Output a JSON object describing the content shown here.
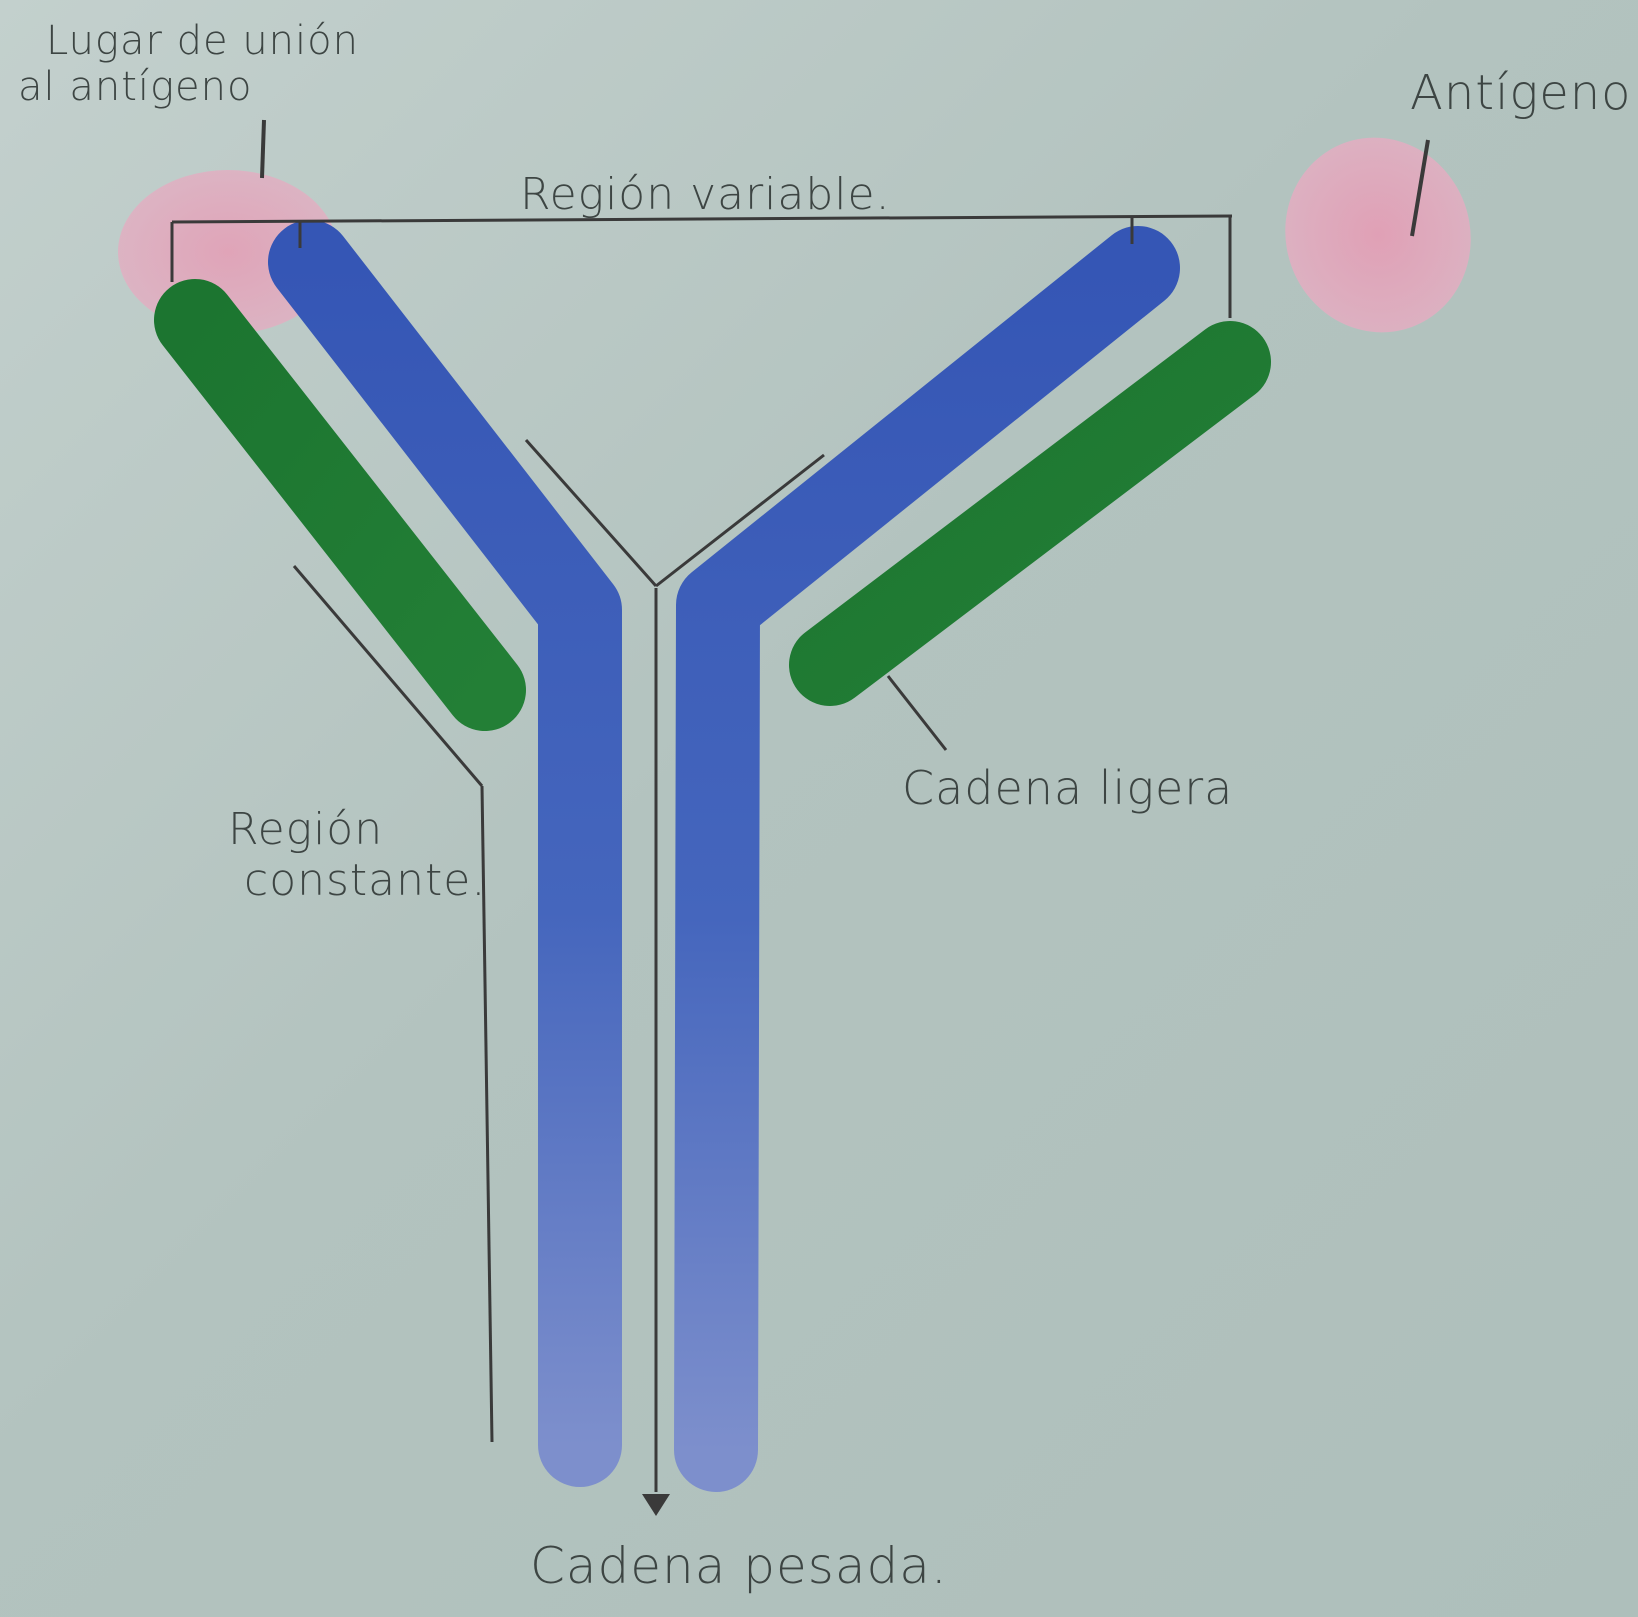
{
  "labels": {
    "binding_site": [
      "Lugar de unión",
      "al antígeno"
    ],
    "antigen": "Antígeno",
    "variable_region": "Región variable.",
    "light_chain": "Cadena ligera",
    "constant_region": [
      "Región",
      "constante."
    ],
    "heavy_chain": "Cadena pesada."
  },
  "colors": {
    "paper": "#b9c8c4",
    "heavy_chain": "#3a5db8",
    "light_chain": "#1f7a32",
    "antigen": "#e3a8bd",
    "ink": "#3a3a3a"
  }
}
